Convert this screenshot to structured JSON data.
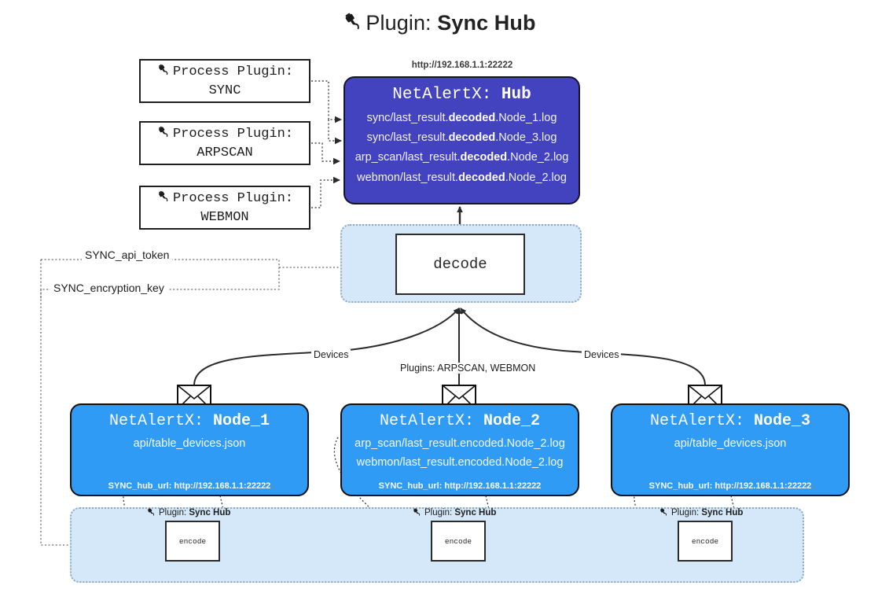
{
  "title": {
    "icon": "plug-icon",
    "prefix": "Plugin: ",
    "name": "Sync Hub"
  },
  "process_plugins": [
    {
      "line1": "Process Plugin:",
      "line2": "SYNC",
      "icon": "plug-icon"
    },
    {
      "line1": "Process Plugin:",
      "line2": "ARPSCAN",
      "icon": "plug-icon"
    },
    {
      "line1": "Process Plugin:",
      "line2": "WEBMON",
      "icon": "plug-icon"
    }
  ],
  "hub": {
    "url": "http://192.168.1.1:22222",
    "title_prefix": "NetAlertX: ",
    "title_name": "Hub",
    "lines": [
      {
        "pre": "sync/last_result.",
        "bold": "decoded",
        "post": ".Node_1.log"
      },
      {
        "pre": "sync/last_result.",
        "bold": "decoded",
        "post": ".Node_3.log"
      },
      {
        "pre": "arp_scan/last_result.",
        "bold": "decoded",
        "post": ".Node_2.log"
      },
      {
        "pre": "webmon/last_result.",
        "bold": "decoded",
        "post": ".Node_2.log"
      }
    ]
  },
  "decode": {
    "label": "decode"
  },
  "secrets": {
    "api_token": "SYNC_api_token",
    "encryption_key": "SYNC_encryption_key"
  },
  "edge_labels": {
    "devices_left": "Devices",
    "plugins_center": "Plugins: ARPSCAN, WEBMON",
    "devices_right": "Devices"
  },
  "nodes": [
    {
      "title_prefix": "NetAlertX: ",
      "title_name": "Node_1",
      "lines": [
        "api/table_devices.json"
      ],
      "hub_url_label": "SYNC_hub_url: http://192.168.1.1:22222",
      "icon": "envelope-icon"
    },
    {
      "title_prefix": "NetAlertX: ",
      "title_name": "Node_2",
      "lines": [
        "arp_scan/last_result.encoded.Node_2.log",
        "webmon/last_result.encoded.Node_2.log"
      ],
      "hub_url_label": "SYNC_hub_url: http://192.168.1.1:22222",
      "icon": "envelope-icon"
    },
    {
      "title_prefix": "NetAlertX: ",
      "title_name": "Node_3",
      "lines": [
        "api/table_devices.json"
      ],
      "hub_url_label": "SYNC_hub_url: http://192.168.1.1:22222",
      "icon": "envelope-icon"
    }
  ],
  "encoders": [
    {
      "caption_prefix": "Plugin: ",
      "caption_name": "Sync Hub",
      "label": "encode",
      "icon": "plug-icon"
    },
    {
      "caption_prefix": "Plugin: ",
      "caption_name": "Sync Hub",
      "label": "encode",
      "icon": "plug-icon"
    },
    {
      "caption_prefix": "Plugin: ",
      "caption_name": "Sync Hub",
      "label": "encode",
      "icon": "plug-icon"
    }
  ],
  "colors": {
    "hub_fill": "#4343c0",
    "node_fill": "#2f9bf5",
    "container_fill": "#d5e8f9",
    "container_border": "#8fa9bd",
    "box_border": "#101010",
    "page_bg": "#ffffff"
  }
}
